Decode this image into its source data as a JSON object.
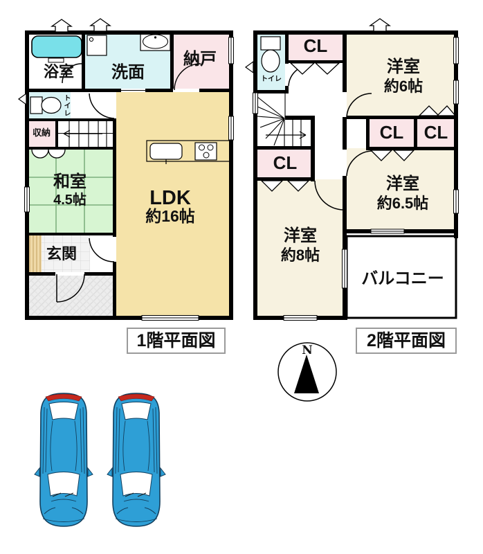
{
  "floor1": {
    "caption": "1階平面図",
    "bath": "浴室",
    "washroom": "洗面",
    "storeroom": "納戸",
    "toilet": "トイレ",
    "closet": "収納",
    "tatami_name": "和室",
    "tatami_size": "4.5帖",
    "ldk_name": "LDK",
    "ldk_size": "約16帖",
    "entrance": "玄関"
  },
  "floor2": {
    "caption": "2階平面図",
    "toilet": "トイレ",
    "closet_top": "CL",
    "closet_a": "CL",
    "closet_b": "CL",
    "closet_lower": "CL",
    "room6_name": "洋室",
    "room6_size": "約6帖",
    "room65_name": "洋室",
    "room65_size": "約6.5帖",
    "room8_name": "洋室",
    "room8_size": "約8帖",
    "balcony": "バルコニー"
  },
  "compass": {
    "north": "N"
  },
  "colors": {
    "wall_black": "#000000",
    "room_pink": "#FAE5E8",
    "room_cyan": "#D9F3F5",
    "room_green": "#D7F5D2",
    "room_tan": "#F5E3A9",
    "room_cream": "#F7F2E0",
    "tub_cyan": "#79E0E9",
    "car_blue": "#2E9FD6",
    "tail_red": "#C4281E"
  }
}
